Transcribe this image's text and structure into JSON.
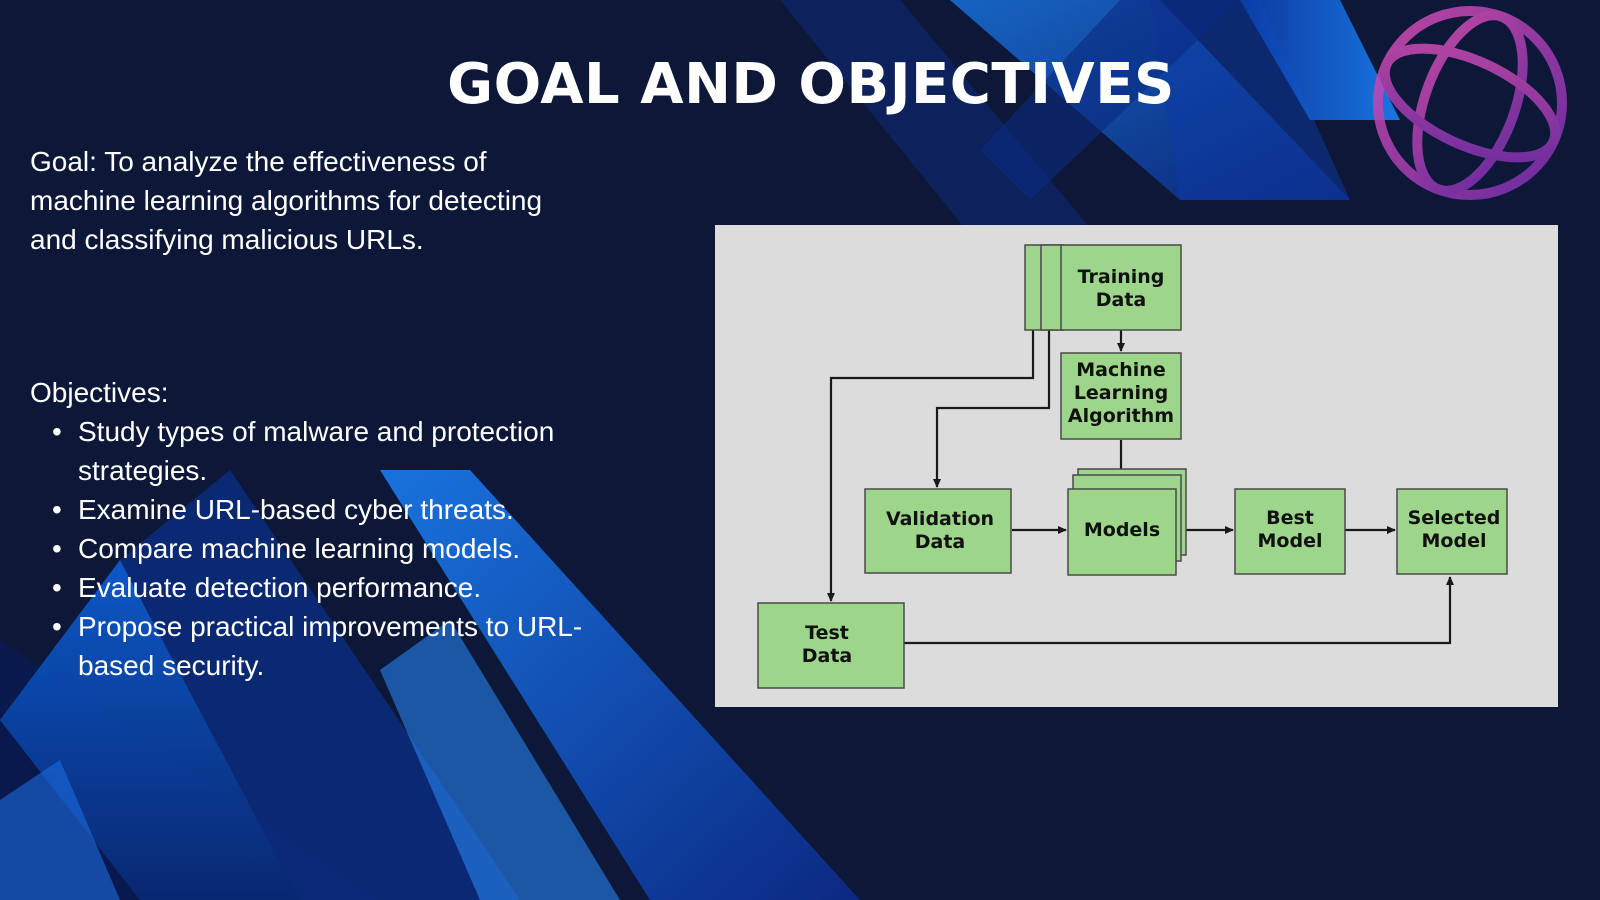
{
  "slide": {
    "title": "GOAL AND OBJECTIVES",
    "goal": "Goal: To analyze the effectiveness of machine learning algorithms for detecting and classifying malicious URLs.",
    "objectives_heading": "Objectives:",
    "bullet_char": "•",
    "objectives": [
      "Study types of malware and protection strategies.",
      "Examine URL-based cyber threats.",
      "Compare machine learning models.",
      "Evaluate detection performance.",
      "Propose practical improvements to URL-based security."
    ]
  },
  "diagram": {
    "nodes": {
      "training": [
        "Training",
        "Data"
      ],
      "algorithm": [
        "Machine",
        "Learning",
        "Algorithm"
      ],
      "validation": [
        "Validation",
        "Data"
      ],
      "models": [
        "Models"
      ],
      "best": [
        "Best",
        "Model"
      ],
      "selected": [
        "Selected",
        "Model"
      ],
      "test": [
        "Test",
        "Data"
      ]
    },
    "edges": [
      [
        "training",
        "algorithm"
      ],
      [
        "training",
        "validation"
      ],
      [
        "training",
        "test"
      ],
      [
        "algorithm",
        "models"
      ],
      [
        "validation",
        "models"
      ],
      [
        "models",
        "best"
      ],
      [
        "best",
        "selected"
      ],
      [
        "test",
        "selected"
      ]
    ]
  },
  "colors": {
    "background": "#0d1838",
    "accent_blue": "#1f6fe0",
    "globe_magenta": "#c53aa8",
    "diagram_panel": "#dcdcdc",
    "box_fill": "#9dd68a",
    "text": "#ffffff"
  },
  "icons": {
    "globe": "globe-icon"
  }
}
